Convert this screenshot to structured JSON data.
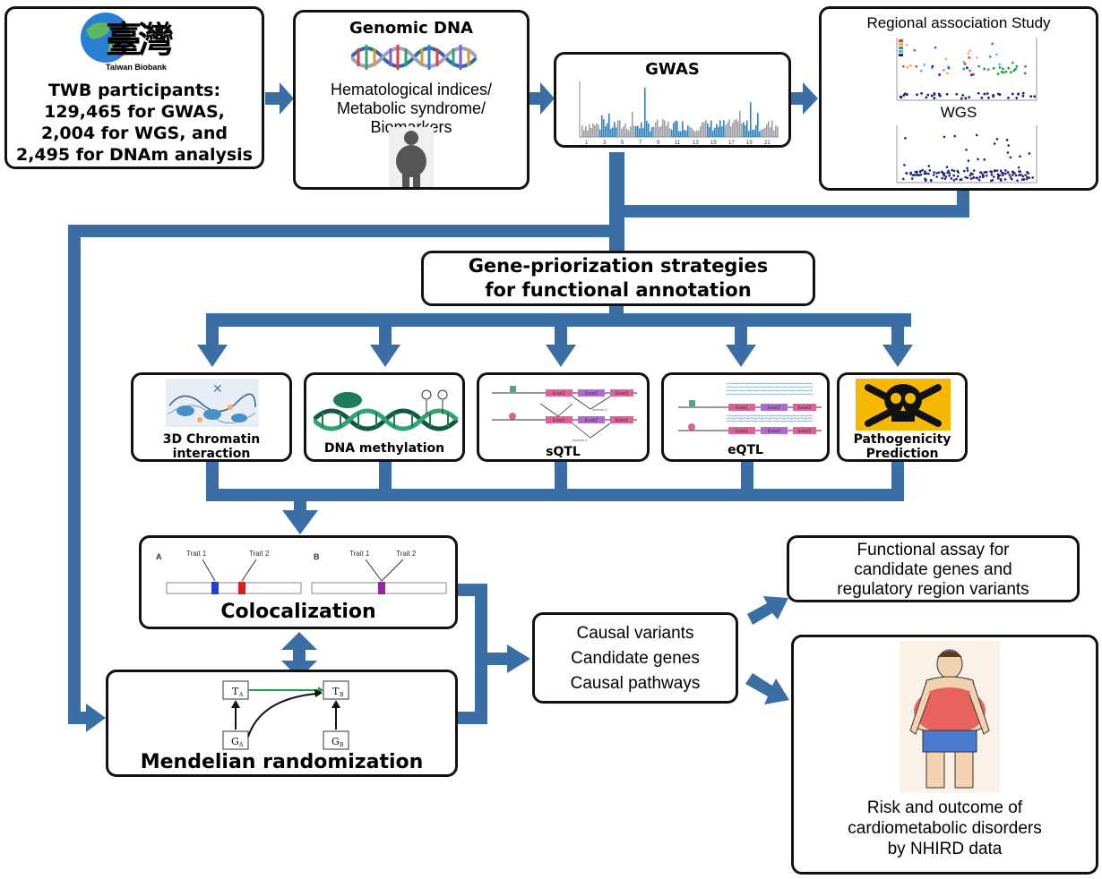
{
  "colors": {
    "flow_arrow": "#3a6ea5",
    "box_border": "#111111",
    "coloc_blue": "#1f3fd6",
    "coloc_red": "#d61f1f",
    "coloc_purple": "#8e2a9e",
    "mr_arrow": "#1fa040",
    "skull_bg": "#f6b800"
  },
  "twb": {
    "logo_chars": "臺灣",
    "logo_caption": "Taiwan Biobank",
    "lines": [
      "TWB participants:",
      "129,465 for GWAS,",
      "2,004 for WGS, and",
      "2,495 for DNAm analysis"
    ]
  },
  "genomic": {
    "title": "Genomic DNA",
    "lines": [
      "Hematological indices/",
      "Metabolic syndrome/",
      "Biomarkers"
    ]
  },
  "gwas": {
    "title": "GWAS",
    "axis_ticks": [
      "1",
      "3",
      "5",
      "7",
      "9",
      "11",
      "13",
      "15",
      "17",
      "19",
      "21"
    ]
  },
  "regional": {
    "title": "Regional association Study",
    "wgs_label": "WGS"
  },
  "strategies": {
    "lines": [
      "Gene-priorization strategies",
      "for functional annotation"
    ]
  },
  "annotations": {
    "chromatin": [
      "3D Chromatin",
      "interaction"
    ],
    "methylation": "DNA methylation",
    "sqtl": {
      "label": "sQTL",
      "exons": [
        "Exon1",
        "Exon2",
        "Exon3"
      ],
      "isoforms": [
        "Isoform 1",
        "Isoform 2"
      ]
    },
    "eqtl": {
      "label": "eQTL",
      "exons": [
        "Exon1",
        "Exon2",
        "Exon3"
      ]
    },
    "pathogenicity": [
      "Pathogenicity",
      "Prediction"
    ]
  },
  "colocalization": {
    "title": "Colocalization",
    "panel_a": "A",
    "panel_b": "B",
    "trait1": "Trait 1",
    "trait2": "Trait 2"
  },
  "mendelian": {
    "title": "Mendelian randomization",
    "ta": "T",
    "ta_sub": "A",
    "tb": "T",
    "tb_sub": "B",
    "ga": "G",
    "ga_sub": "A",
    "gb": "G",
    "gb_sub": "B"
  },
  "causal": {
    "lines": [
      "Causal variants",
      "Candidate genes",
      "Causal pathways"
    ]
  },
  "functional": {
    "lines": [
      "Functional assay for",
      "candidate genes and",
      "regulatory region variants"
    ]
  },
  "risk": {
    "lines": [
      "Risk and outcome of",
      "cardiometabolic disorders",
      "by NHIRD data"
    ]
  }
}
